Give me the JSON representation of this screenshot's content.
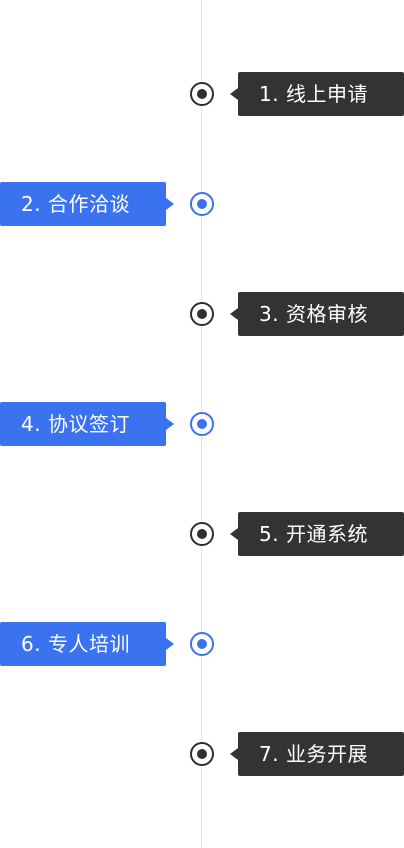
{
  "steps": [
    {
      "label": "1. 线上申请",
      "side": "right",
      "color": "dark"
    },
    {
      "label": "2. 合作洽谈",
      "side": "left",
      "color": "blue"
    },
    {
      "label": "3. 资格审核",
      "side": "right",
      "color": "dark"
    },
    {
      "label": "4. 协议签订",
      "side": "left",
      "color": "blue"
    },
    {
      "label": "5. 开通系统",
      "side": "right",
      "color": "dark"
    },
    {
      "label": "6. 专人培训",
      "side": "left",
      "color": "blue"
    },
    {
      "label": "7. 业务开展",
      "side": "right",
      "color": "dark"
    }
  ],
  "colors": {
    "dark": "#333333",
    "blue": "#3b72f0",
    "line": "#e5e5e5"
  }
}
